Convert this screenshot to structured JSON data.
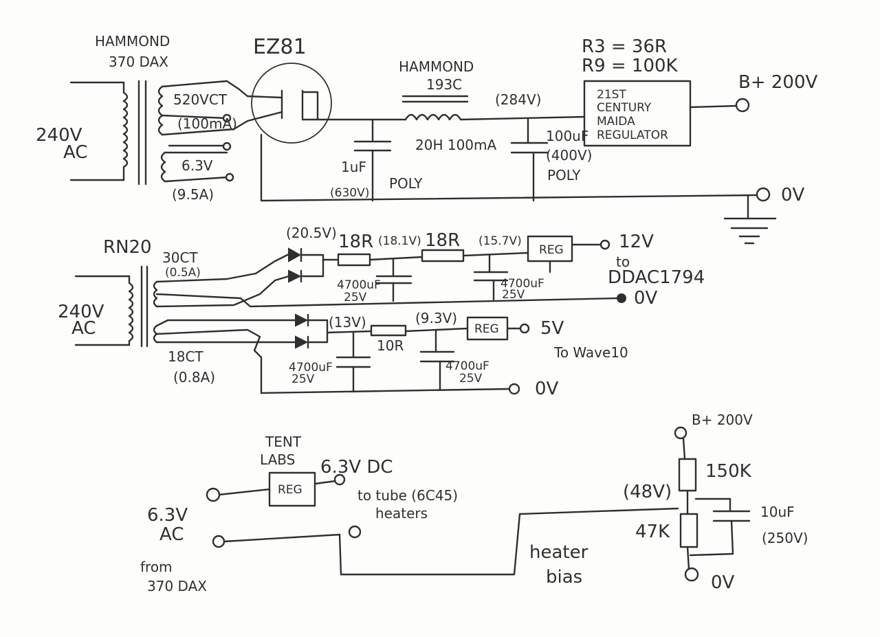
{
  "section1": {
    "transformer": {
      "line1": "HAMMOND",
      "line2": "370 DAX"
    },
    "input": {
      "voltage": "240V",
      "type": "AC"
    },
    "secondary_hv": {
      "rating": "520VCT",
      "current": "(100mA)"
    },
    "secondary_heater": {
      "voltage": "6.3V",
      "current": "(9.5A)"
    },
    "rectifier": "EZ81",
    "choke": {
      "line1": "HAMMOND",
      "line2": "193C",
      "rating": "20H 100mA"
    },
    "cap1": {
      "value": "1uF",
      "voltage": "(630V)",
      "type": "POLY"
    },
    "cap2": {
      "value": "100uF",
      "voltage": "(400V)",
      "type": "POLY"
    },
    "node_voltage": "(284V)",
    "regulator_note": {
      "line1": "R3 = 36R",
      "line2": "R9 = 100K"
    },
    "regulator": {
      "line1": "21ST",
      "line2": "CENTURY",
      "line3": "MAIDA",
      "line4": "REGULATOR"
    },
    "output": "B+ 200V",
    "ground": "0V"
  },
  "section2": {
    "transformer": "RN20",
    "input": {
      "voltage": "240V",
      "type": "AC"
    },
    "sec_a": {
      "rating": "30CT",
      "current": "(0.5A)"
    },
    "sec_b": {
      "rating": "18CT",
      "current": "(0.8A)"
    },
    "rail_12v": {
      "v1": "(20.5V)",
      "r1": "18R",
      "v2": "(18.1V)",
      "r2": "18R",
      "v3": "(15.7V)",
      "cap1": {
        "value": "4700uF",
        "voltage": "25V"
      },
      "cap2": {
        "value": "4700uF",
        "voltage": "25V"
      },
      "reg": "REG",
      "out": "12V",
      "dest1": "to",
      "dest2": "DDAC1794",
      "ground": "0V"
    },
    "rail_5v": {
      "v1": "(13V)",
      "r1": "10R",
      "v2": "(9.3V)",
      "cap1": {
        "value": "4700uF",
        "voltage": "25V"
      },
      "cap2": {
        "value": "4700uF",
        "voltage": "25V"
      },
      "reg": "REG",
      "out": "5V",
      "dest": "To Wave10",
      "ground": "0V"
    }
  },
  "section3": {
    "heater_reg": {
      "line1": "TENT",
      "line2": "LABS",
      "reg": "REG"
    },
    "heater_out": "6.3V DC",
    "heater_dest": {
      "line1": "to tube (6C45)",
      "line2": "heaters"
    },
    "heater_in": {
      "line1": "6.3V",
      "line2": "AC",
      "line3": "from",
      "line4": "370 DAX"
    },
    "bias_label": {
      "line1": "heater",
      "line2": "bias"
    },
    "bias_top": "B+ 200V",
    "r_top": "150K",
    "r_bottom": "47K",
    "node_voltage": "(48V)",
    "cap": {
      "value": "10uF",
      "voltage": "(250V)"
    },
    "ground": "0V"
  }
}
